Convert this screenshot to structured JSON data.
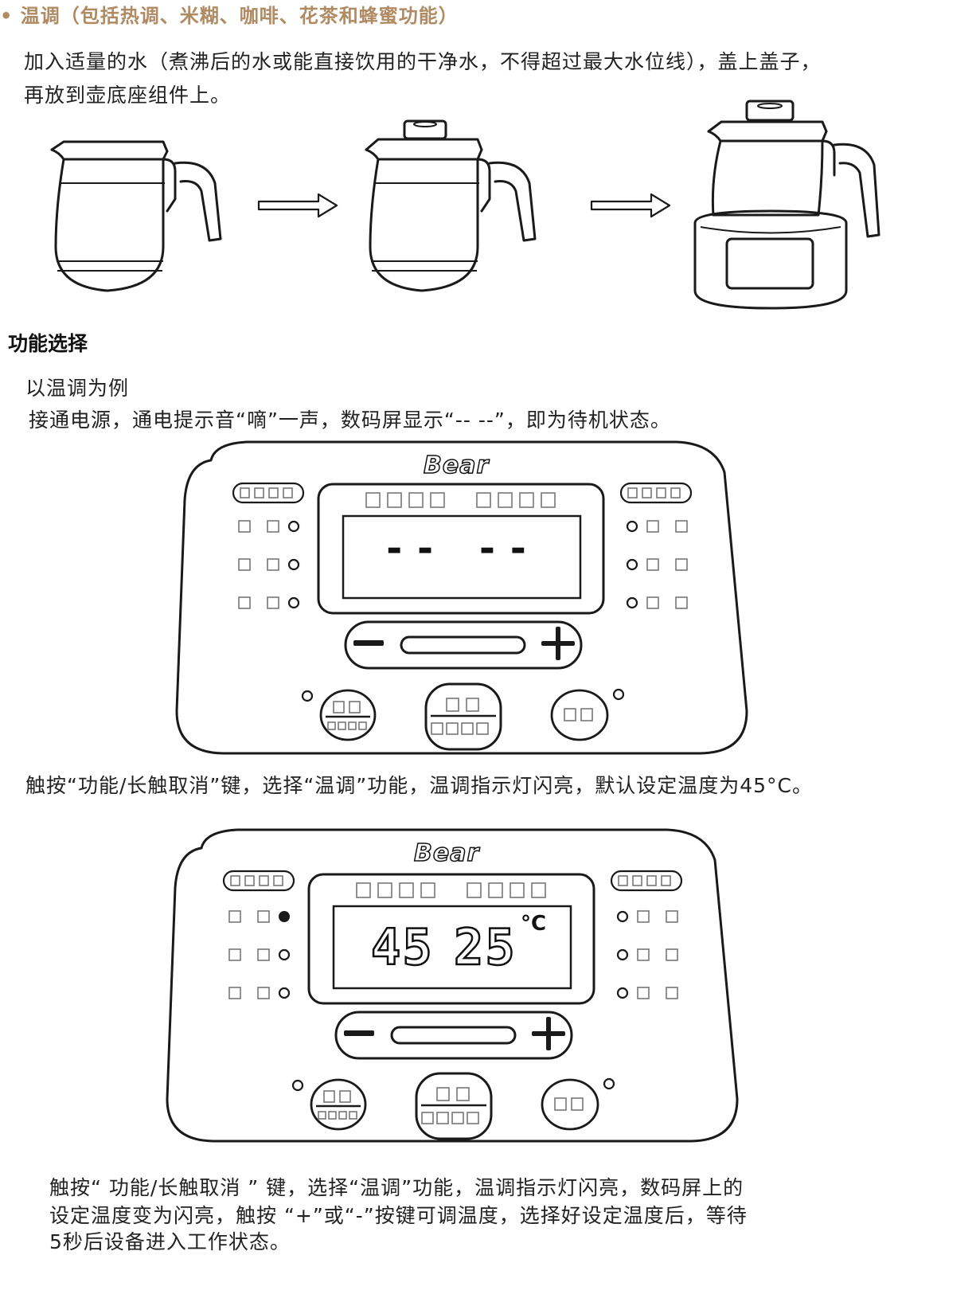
{
  "section_title": "• 温调（包括热调、米糊、咖啡、花茶和蜂蜜功能）",
  "intro": {
    "line1": "加入适量的水（煮沸后的水或能直接饮用的干净水，不得超过最大水位线），盖上盖子，",
    "line2": "再放到壶底座组件上。"
  },
  "function_select": {
    "heading": "功能选择",
    "example": "以温调为例",
    "standby": "接通电源，通电提示音“嘀”一声，数码屏显示“-- --”，即为待机状态。"
  },
  "panel1": {
    "brand": "Bear",
    "display": "-- --",
    "caption": "触按“功能/长触取消”键，选择“温调”功能，温调指示灯闪亮，默认设定温度为45°C。"
  },
  "panel2": {
    "brand": "Bear",
    "set_temp": "45",
    "current_temp": "25",
    "unit": "°C",
    "caption_line1": "触按“ 功能/长触取消 ” 键，选择“温调”功能，温调指示灯闪亮，数码屏上的",
    "caption_line2": "设定温度变为闪亮，触按 “+”或“-”按键可调温度，选择好设定温度后，等待",
    "caption_line3": "5秒后设备进入工作状态。"
  },
  "icons": [
    "kettle-icon",
    "arrow-right-icon",
    "minus-icon",
    "plus-icon",
    "indicator-dot-icon"
  ],
  "colors": {
    "section_title": "#b08a63",
    "text": "#222222",
    "line": "#1a1a1a"
  }
}
